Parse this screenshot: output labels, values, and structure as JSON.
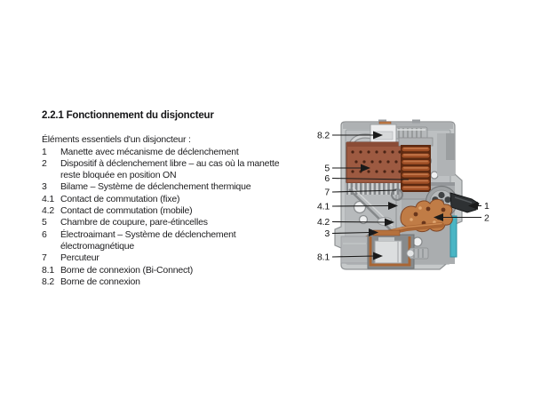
{
  "document": {
    "heading": "2.2.1 Fonctionnement du disjoncteur",
    "intro": "Éléments essentiels d'un disjoncteur :",
    "items": [
      {
        "num": "1",
        "text": "Manette avec mécanisme de déclenchement"
      },
      {
        "num": "2",
        "text": "Dispositif à déclenchement libre – au cas où la manette\nreste bloquée en position ON"
      },
      {
        "num": "3",
        "text": "Bilame – Système de déclenchement thermique"
      },
      {
        "num": "4.1",
        "text": "Contact de commutation (fixe)"
      },
      {
        "num": "4.2",
        "text": "Contact de commutation (mobile)"
      },
      {
        "num": "5",
        "text": "Chambre de coupure, pare-étincelles"
      },
      {
        "num": "6",
        "text": "Électroaimant – Système de déclenchement\nélectromagnétique"
      },
      {
        "num": "7",
        "text": "Percuteur"
      },
      {
        "num": "8.1",
        "text": "Borne de connexion (Bi-Connect)"
      },
      {
        "num": "8.2",
        "text": "Borne de connexion"
      }
    ]
  },
  "diagram": {
    "type": "circuit-breaker-cutaway",
    "labels": {
      "left": [
        "8.2",
        "5",
        "6",
        "7",
        "4.1",
        "4.2",
        "3",
        "8.1"
      ],
      "right": [
        "1",
        "2"
      ]
    },
    "colors": {
      "housing": "#c6c9ca",
      "housing_edge": "#8f9294",
      "arc_chute_brown": "#9d5a41",
      "coil_copper": "#a04f26",
      "mechanism_copper": "#c07c46",
      "handle_black": "#2e3133",
      "clip_teal": "#4ab5c4",
      "label_text": "#111111"
    }
  }
}
